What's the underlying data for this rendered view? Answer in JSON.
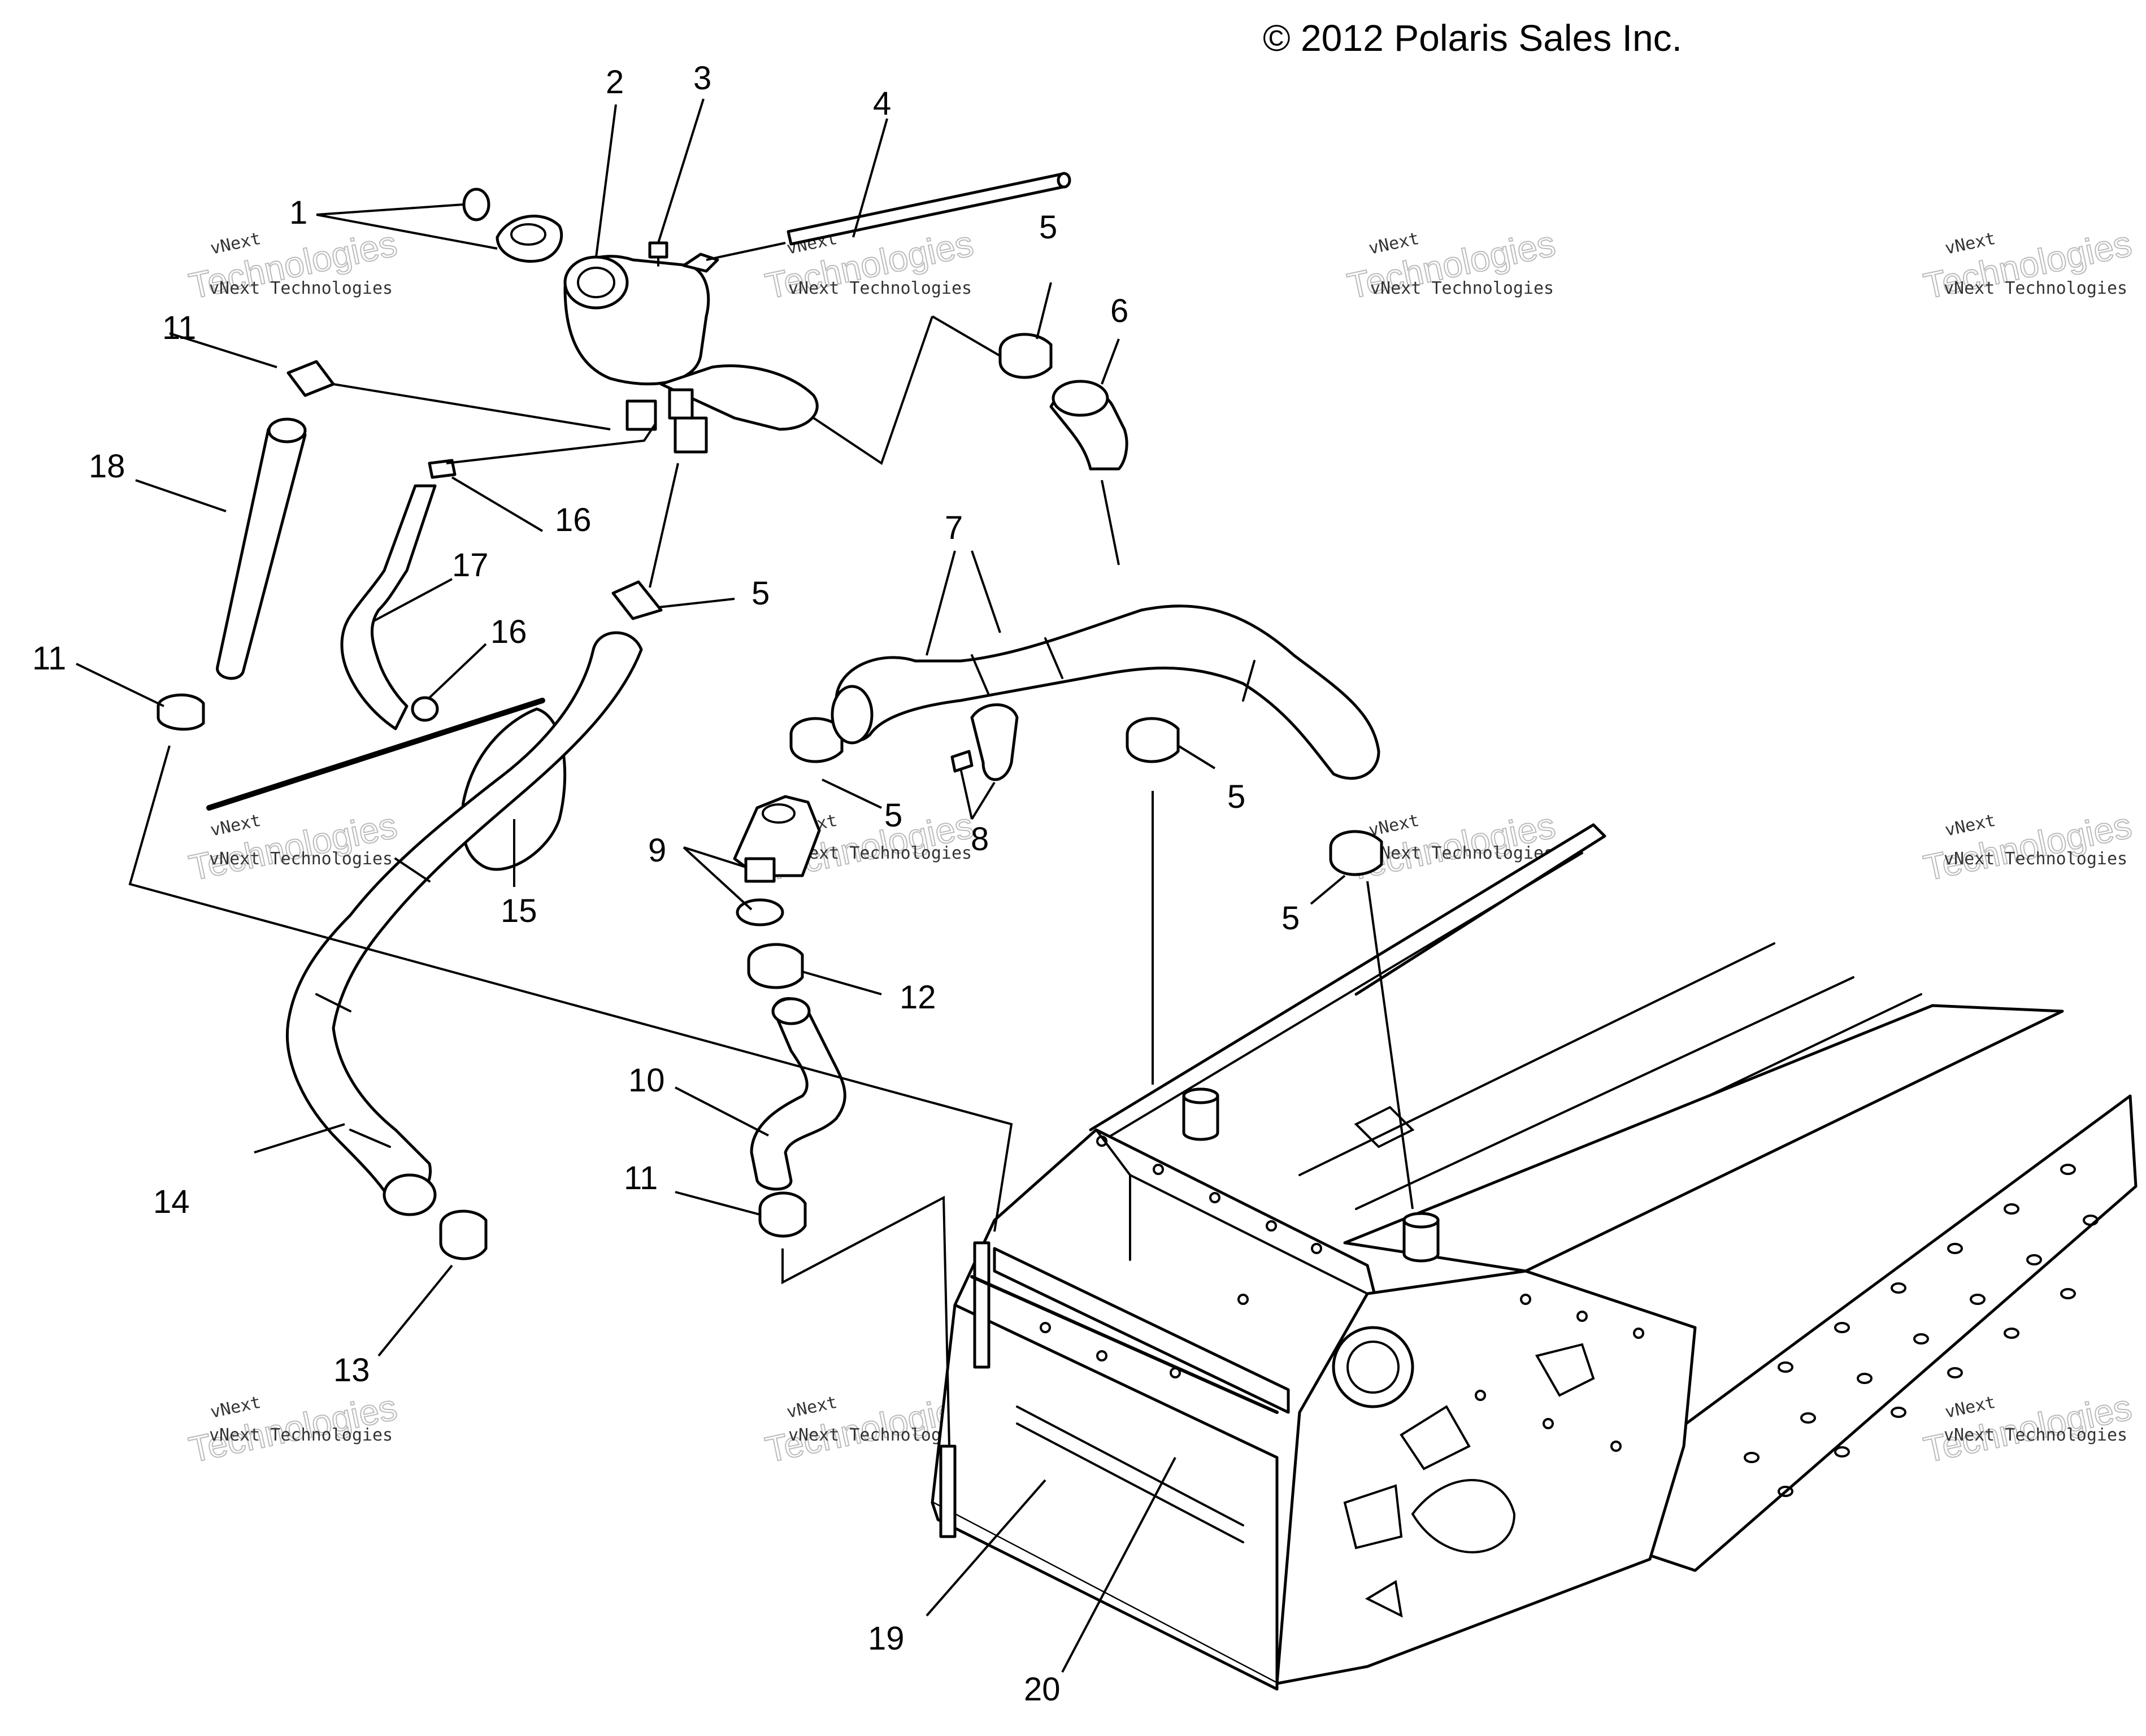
{
  "copyright": "© 2012 Polaris Sales Inc.",
  "watermark": {
    "line1": "vNext",
    "line2": "vNext Technologies",
    "line3": "Technologies"
  },
  "callouts": {
    "c1": "1",
    "c2": "2",
    "c3": "3",
    "c4": "4",
    "c5a": "5",
    "c5b": "5",
    "c5c": "5",
    "c5d": "5",
    "c5e": "5",
    "c6": "6",
    "c7": "7",
    "c8": "8",
    "c9": "9",
    "c10": "10",
    "c11a": "11",
    "c11b": "11",
    "c11c": "11",
    "c12": "12",
    "c13": "13",
    "c14": "14",
    "c15": "15",
    "c16a": "16",
    "c16b": "16",
    "c17": "17",
    "c18": "18",
    "c19": "19",
    "c20": "20"
  },
  "colors": {
    "line": "#000000",
    "background": "#ffffff",
    "watermark": "#bbbbbb"
  }
}
